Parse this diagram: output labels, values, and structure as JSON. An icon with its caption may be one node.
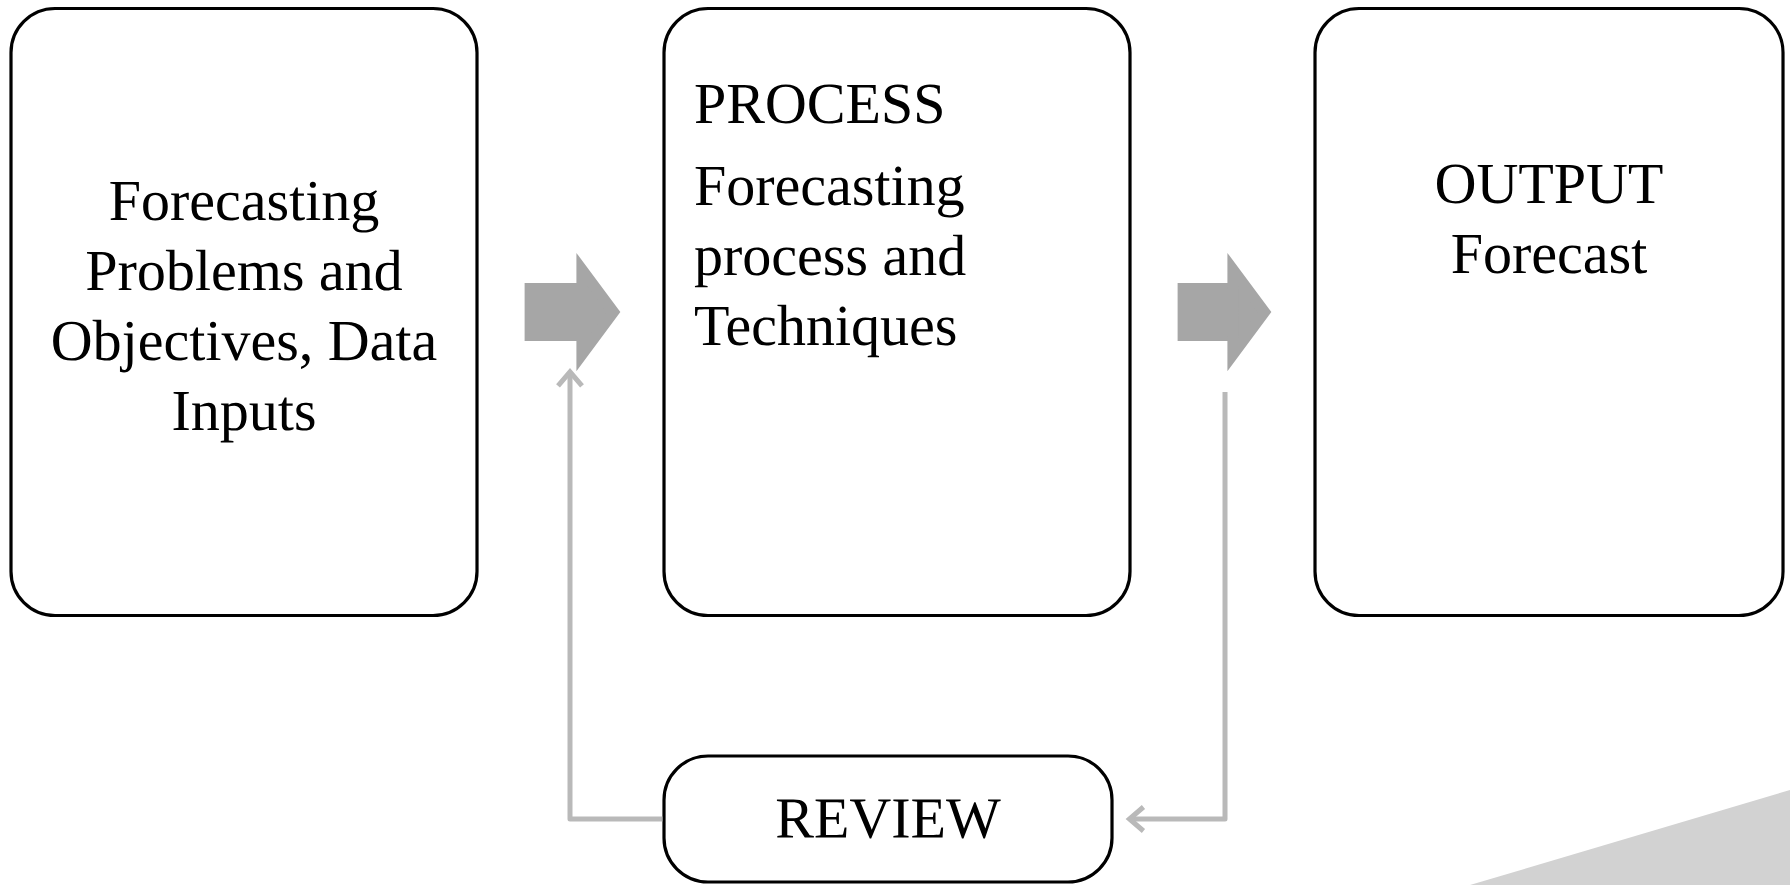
{
  "diagram": {
    "nodes": [
      {
        "text": [
          "Forecasting Problems and Objectives, Data Inputs"
        ]
      },
      {
        "text": [
          "PROCESS",
          "Forecasting process and Techniques"
        ]
      },
      {
        "text": [
          "OUTPUT",
          "Forecast"
        ]
      },
      {
        "text": [
          "REVIEW"
        ]
      }
    ],
    "edges": [
      {
        "from": 0,
        "to": 1,
        "arrow": "to",
        "style": "thick"
      },
      {
        "from": 1,
        "to": 2,
        "arrow": "to",
        "style": "thick"
      },
      {
        "from": null,
        "to": 3,
        "arrow": "to"
      },
      {
        "from": 3,
        "to": null,
        "arrow": "to"
      }
    ]
  }
}
